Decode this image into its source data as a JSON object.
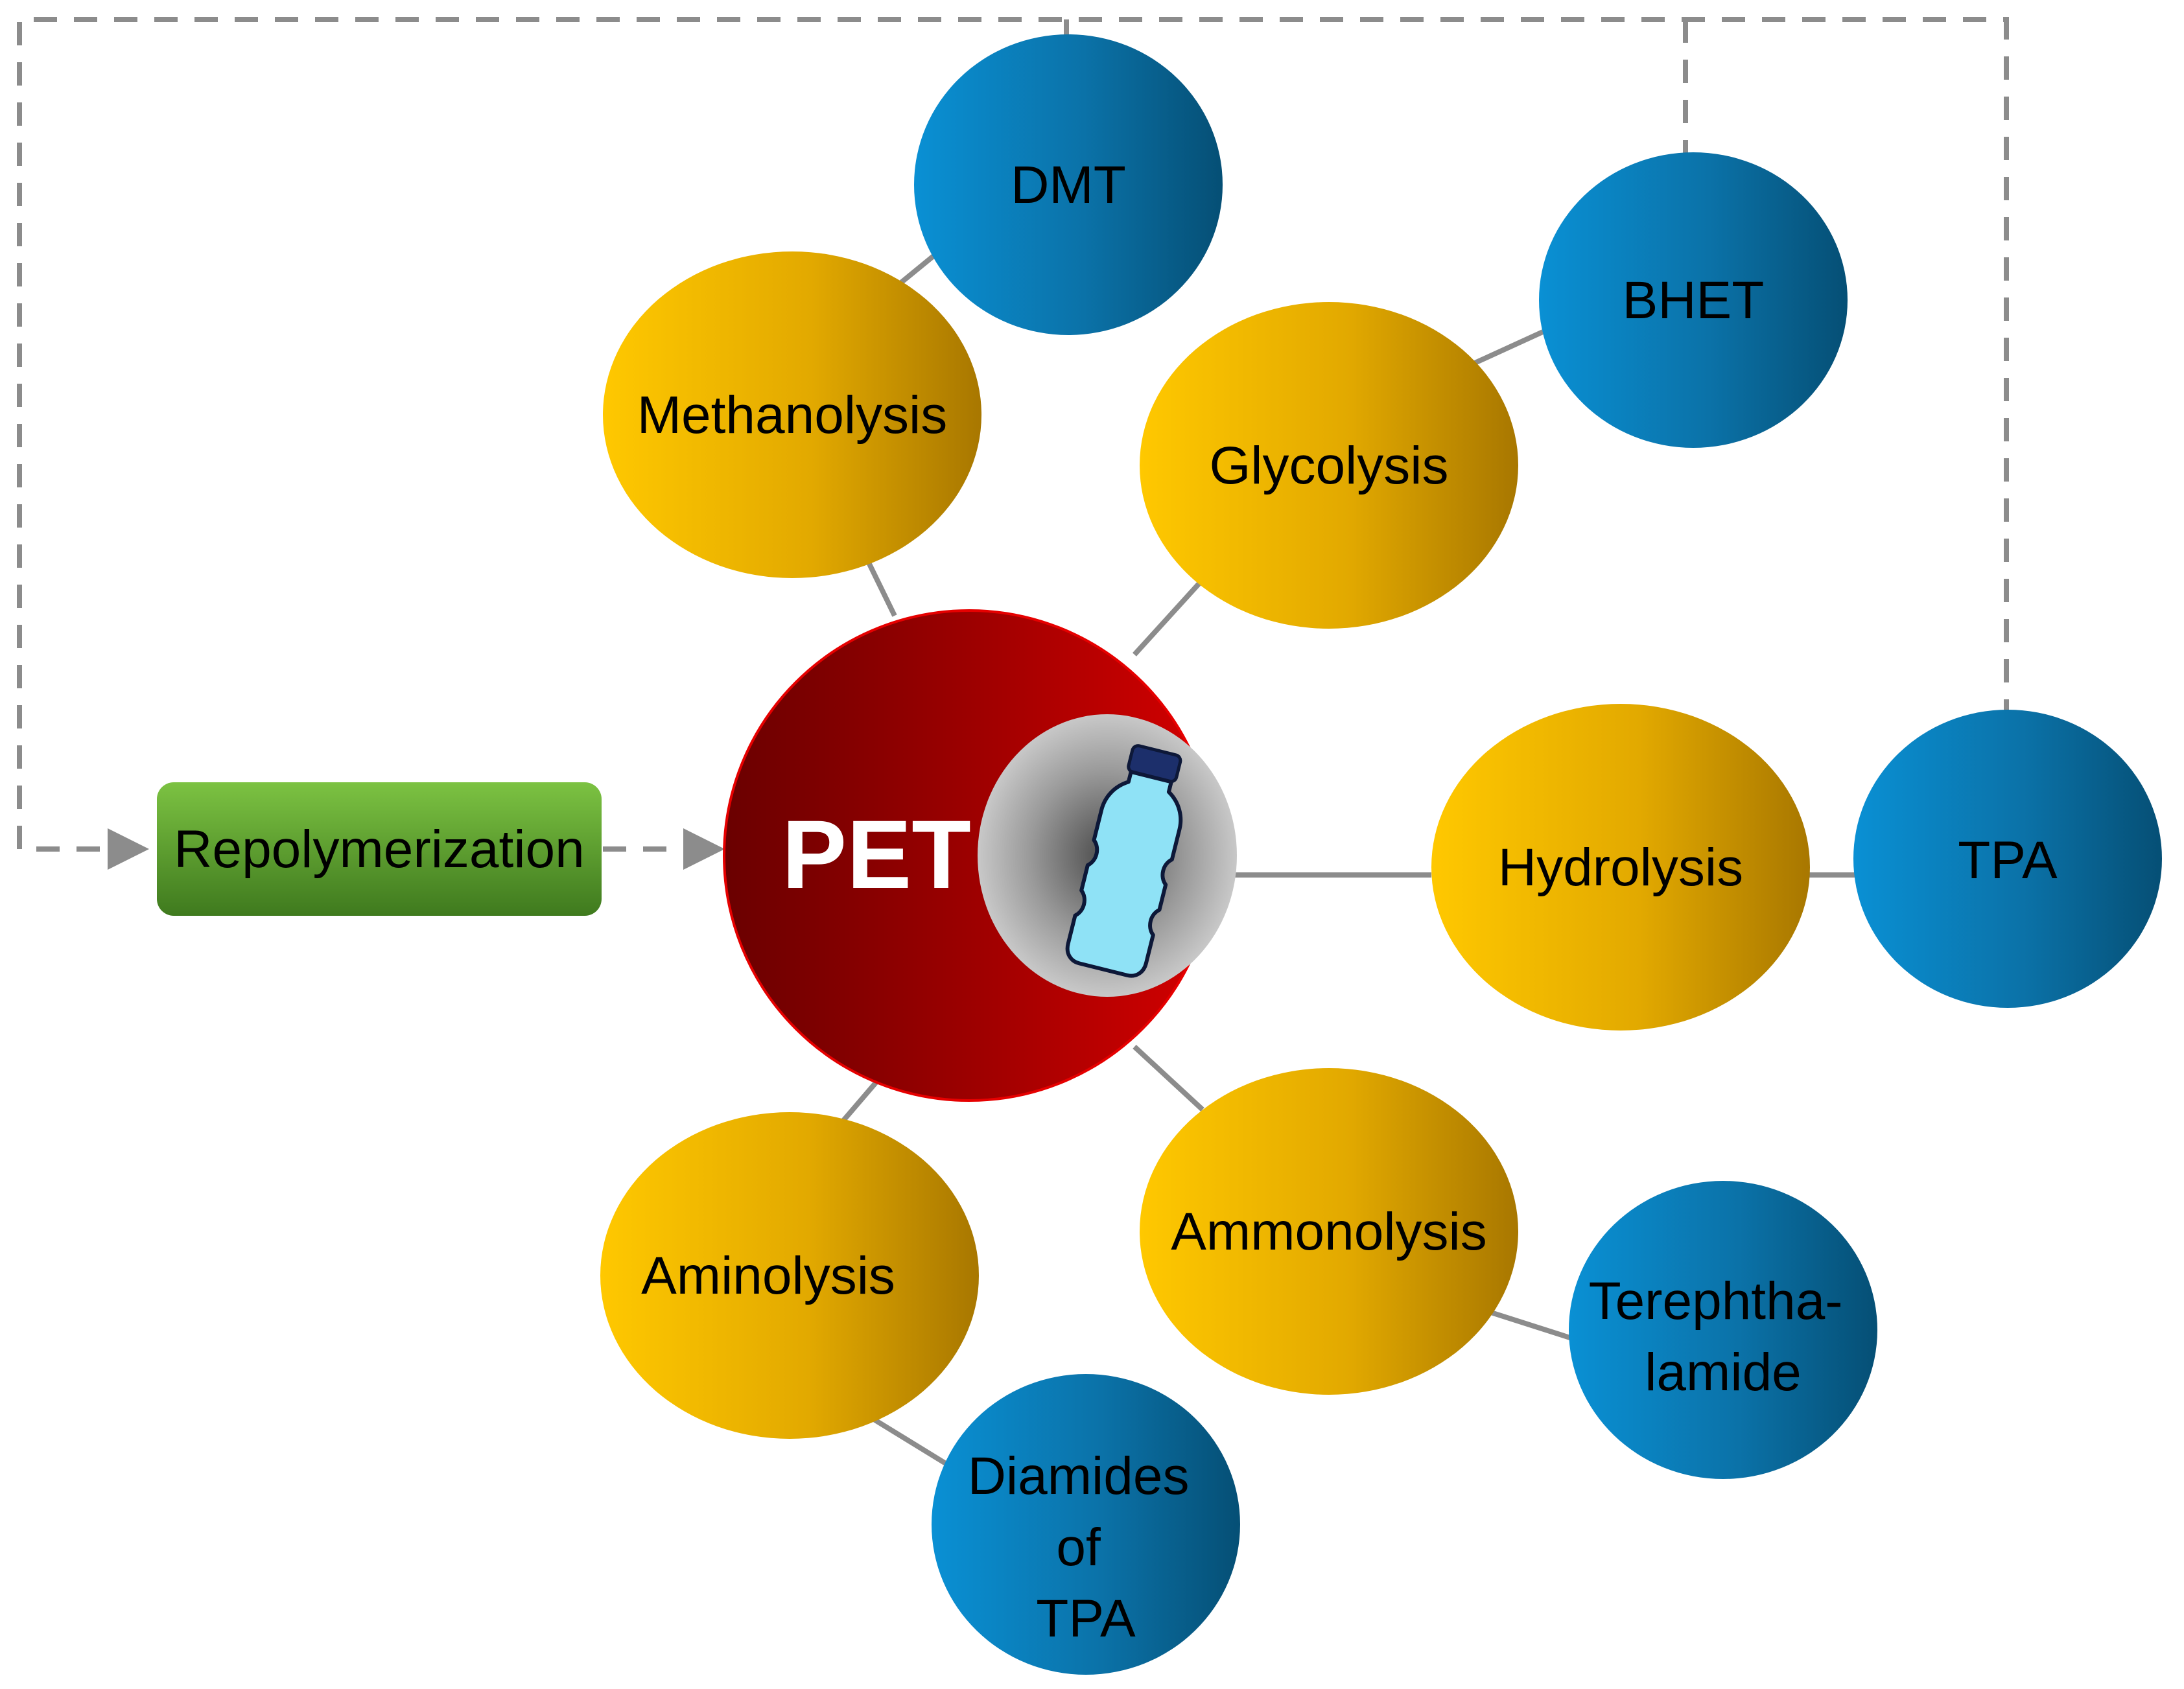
{
  "center": {
    "label": "PET"
  },
  "repolymerization": {
    "label": "Repolymerization"
  },
  "processes": {
    "methanolysis": "Methanolysis",
    "glycolysis": "Glycolysis",
    "hydrolysis": "Hydrolysis",
    "ammonolysis": "Ammonolysis",
    "aminolysis": "Aminolysis"
  },
  "products": {
    "dmt": [
      "DMT"
    ],
    "bhet": [
      "BHET"
    ],
    "tpa": [
      "TPA"
    ],
    "terephthalamide": [
      "Terephtha-",
      "lamide"
    ],
    "diamides": [
      "Diamides",
      "of",
      "TPA"
    ]
  },
  "colors": {
    "process_fill": "#f5b800",
    "product_fill": "#0e86c4",
    "center_fill": "#c00000",
    "repolymerization_fill": "#5c9e2e",
    "connector": "#8c8c8c"
  }
}
